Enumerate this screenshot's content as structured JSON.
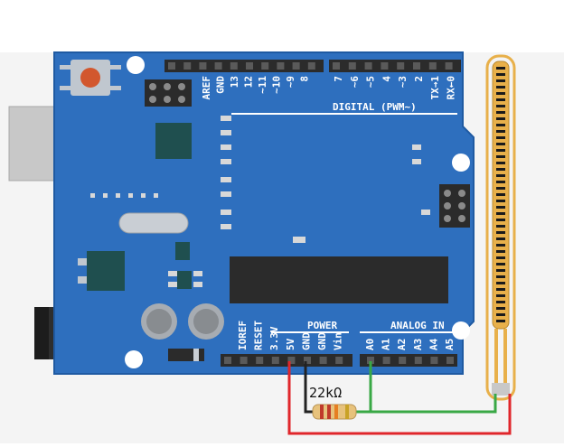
{
  "board": {
    "power_header": [
      "IOREF",
      "RESET",
      "3.3V",
      "5V",
      "GND",
      "GND",
      "Vin"
    ],
    "power_title": "POWER",
    "analog_header": [
      "A0",
      "A1",
      "A2",
      "A3",
      "A4",
      "A5"
    ],
    "analog_title": "ANALOG IN",
    "digital_left": [
      "AREF",
      "GND",
      "13",
      "12",
      "~11",
      "~10",
      "~9",
      "8"
    ],
    "digital_right": [
      "7",
      "~6",
      "~5",
      "4",
      "~3",
      "2",
      "TX→1",
      "RX←0"
    ],
    "digital_title": "DIGITAL (PWM~)"
  },
  "resistor": {
    "label": "22kΩ"
  },
  "colors": {
    "board": "#2e6fbe",
    "board_edge": "#1f5aa2",
    "sensor": "#e8b04a",
    "wire_red": "#e0262b",
    "wire_green": "#39a845",
    "wire_black": "#222222"
  }
}
